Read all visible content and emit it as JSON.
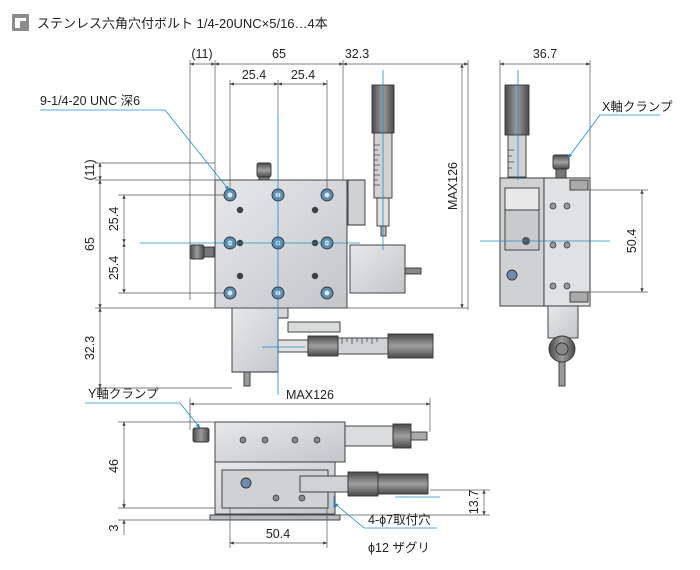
{
  "header": {
    "icon": "screw-icon",
    "title": "ステンレス六角穴付ボルト 1/4-20UNC×5/16…4本"
  },
  "dimensions": {
    "top_11": "(11)",
    "top_65": "65",
    "top_32_3": "32.3",
    "top_25_4_a": "25.4",
    "top_25_4_b": "25.4",
    "side_11": "(11)",
    "side_25_4_a": "25.4",
    "side_65": "65",
    "side_25_4_b": "25.4",
    "side_32_3": "32.3",
    "max126_right": "MAX126",
    "max126_bottom": "MAX126",
    "right_36_7": "36.7",
    "right_50_4": "50.4",
    "front_46": "46",
    "front_3": "3",
    "front_13_7": "13.7",
    "front_50_4": "50.4"
  },
  "callouts": {
    "tapped_holes": "9-1/4-20 UNC 深6",
    "x_clamp": "X軸クランプ",
    "y_clamp": "Y軸クランプ",
    "mount_holes": "4-ϕ7取付穴",
    "counterbore": "ϕ12 ザグリ"
  },
  "colors": {
    "dimension_line": "#555555",
    "center_line": "#1b8fc6",
    "leader_line": "#1b8fc6",
    "stage_body": "#d4d6d8",
    "stage_dark": "#4a4a4a",
    "bolt_fill": "#5b8fb5"
  }
}
